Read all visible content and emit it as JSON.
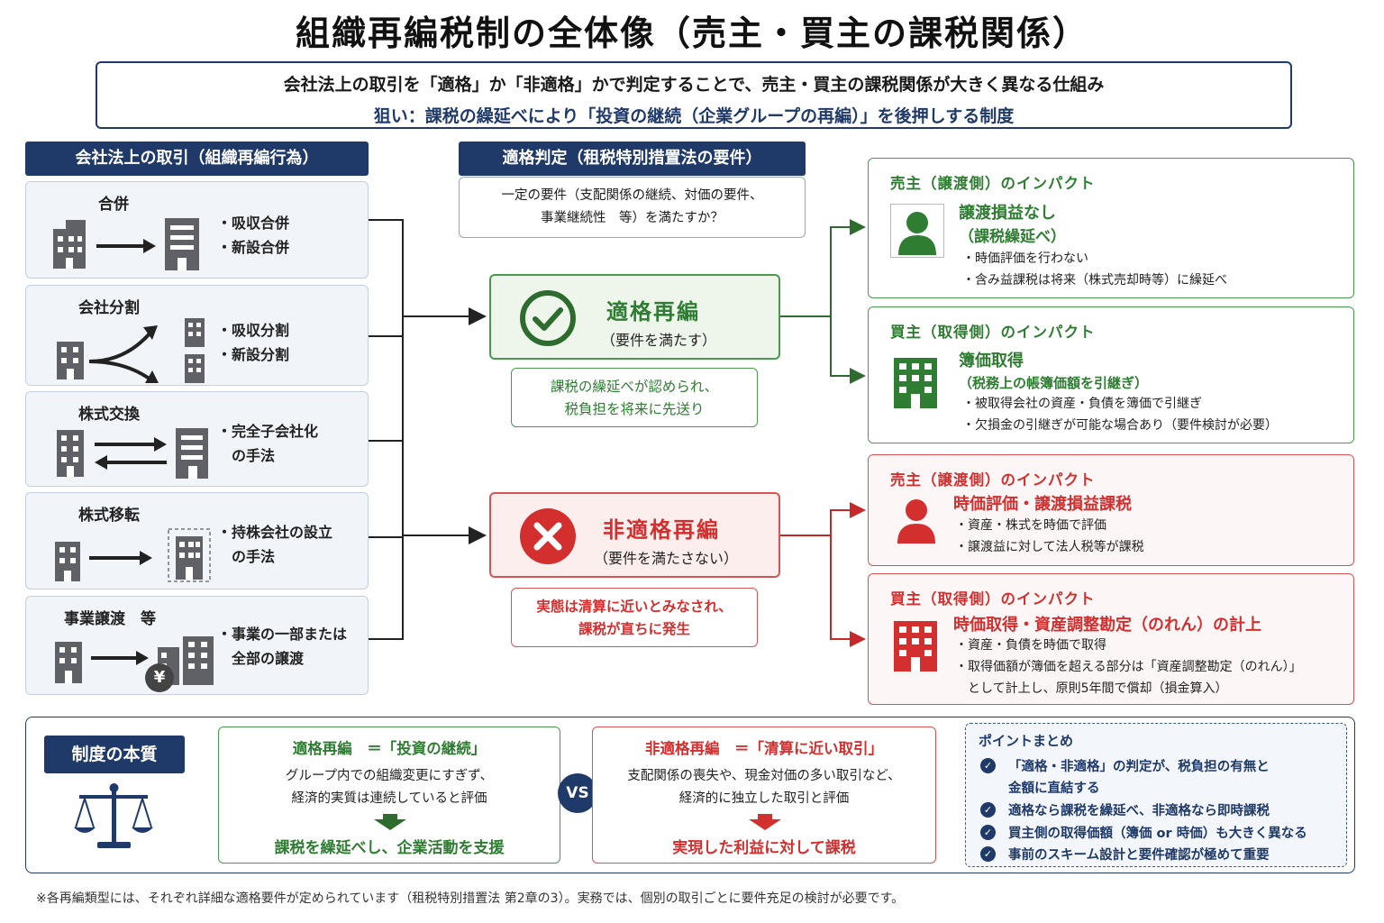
{
  "title": "組織再編税制の全体像（売主・買主の課税関係）",
  "intro": {
    "line1": "会社法上の取引を「適格」か「非適格」かで判定することで、売主・買主の課税関係が大きく異なる仕組み",
    "line2": "狙い：課税の繰延べにより「投資の継続（企業グループの再編）」を後押しする制度"
  },
  "transactions": {
    "header": "会社法上の取引（組織再編行為）",
    "items": [
      {
        "title": "合併",
        "bullets": [
          "・吸収合併",
          "・新設合併"
        ]
      },
      {
        "title": "会社分割",
        "bullets": [
          "・吸収分割",
          "・新設分割"
        ]
      },
      {
        "title": "株式交換",
        "bullets": [
          "・完全子会社化",
          "　の手法"
        ]
      },
      {
        "title": "株式移転",
        "bullets": [
          "・持株会社の設立",
          "　の手法"
        ]
      },
      {
        "title": "事業譲渡　等",
        "bullets": [
          "・事業の一部または",
          "　全部の譲渡"
        ],
        "badge": "¥"
      }
    ]
  },
  "judgement": {
    "header": "適格判定（租税特別措置法の要件）",
    "requirement": [
      "一定の要件（支配関係の継続、対価の要件、",
      "事業継続性　等）を満たすか？"
    ],
    "qualified": {
      "title": "適格再編",
      "subtitle": "（要件を満たす）",
      "note": [
        "課税の繰延べが認められ、",
        "税負担を将来に先送り"
      ]
    },
    "non_qualified": {
      "title": "非適格再編",
      "subtitle": "（要件を満たさない）",
      "note": [
        "実態は清算に近いとみなされ、",
        "課税が直ちに発生"
      ]
    }
  },
  "impacts": {
    "q_seller": {
      "header": "売主（譲渡側）のインパクト",
      "heading": "譲渡損益なし",
      "subheading": "（課税繰延べ）",
      "bullets": [
        "・時価評価を行わない",
        "・含み益課税は将来（株式売却時等）に繰延べ"
      ]
    },
    "q_buyer": {
      "header": "買主（取得側）のインパクト",
      "heading": "簿価取得",
      "subheading": "（税務上の帳簿価額を引継ぎ）",
      "bullets": [
        "・被取得会社の資産・負債を簿価で引継ぎ",
        "・欠損金の引継ぎが可能な場合あり（要件検討が必要）"
      ]
    },
    "nq_seller": {
      "header": "売主（譲渡側）のインパクト",
      "heading": "時価評価・譲渡損益課税",
      "bullets": [
        "・資産・株式を時価で評価",
        "・譲渡益に対して法人税等が課税"
      ]
    },
    "nq_buyer": {
      "header": "買主（取得側）のインパクト",
      "heading": "時価取得・資産調整勘定（のれん）の計上",
      "bullets": [
        "・資産・負債を時価で取得",
        "・取得価額が簿価を超える部分は「資産調整勘定（のれん）」",
        "　として計上し、原則5年間で償却（損金算入）"
      ]
    }
  },
  "essence": {
    "tag": "制度の本質",
    "qualified": {
      "title": "適格再編　＝「投資の継続」",
      "body": [
        "グループ内での組織変更にすぎず、",
        "経済的実質は連続していると評価"
      ],
      "result": "課税を繰延べし、企業活動を支援"
    },
    "vs": "VS",
    "non_qualified": {
      "title": "非適格再編　＝「清算に近い取引」",
      "body": [
        "支配関係の喪失や、現金対価の多い取引など、",
        "経済的に独立した取引と評価"
      ],
      "result": "実現した利益に対して課税"
    }
  },
  "points": {
    "title": "ポイントまとめ",
    "items": [
      "「適格・非適格」の判定が、税負担の有無と",
      "金額に直結する",
      "適格なら課税を繰延べ、非適格なら即時課税",
      "買主側の取得価額（簿価 or 時価）も大きく異なる",
      "事前のスキーム設計と要件確認が極めて重要"
    ]
  },
  "footnote": "※各再編類型には、それぞれ詳細な適格要件が定められています（租税特別措置法 第2章の3）。実務では、個別の取引ごとに要件充足の検討が必要です。",
  "colors": {
    "navy": "#1f3a68",
    "green": "#2e7d32",
    "red": "#d32f2f",
    "icon_gray": "#5f6166"
  }
}
